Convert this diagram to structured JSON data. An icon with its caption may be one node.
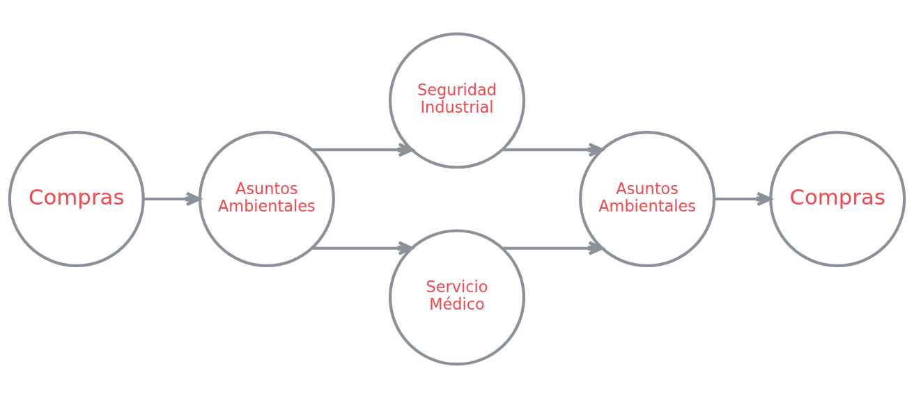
{
  "diagram": {
    "nodes": [
      {
        "text": [
          "Compras"
        ]
      },
      {
        "text": [
          "Asuntos Ambientales"
        ]
      },
      {
        "text": [
          "Seguridad Industrial"
        ]
      },
      {
        "text": [
          "Servicio Médico"
        ]
      },
      {
        "text": [
          "Asuntos Ambientales"
        ]
      },
      {
        "text": [
          "Compras"
        ]
      }
    ],
    "edges": [
      {
        "from": 0,
        "to": 1,
        "arrow": "to"
      },
      {
        "from": 1,
        "to": 2,
        "arrow": "to"
      },
      {
        "from": 1,
        "to": 3,
        "arrow": "to"
      },
      {
        "from": 2,
        "to": 4,
        "arrow": "to"
      },
      {
        "from": 3,
        "to": 4,
        "arrow": "to"
      },
      {
        "from": 4,
        "to": 5,
        "arrow": "to"
      }
    ]
  }
}
